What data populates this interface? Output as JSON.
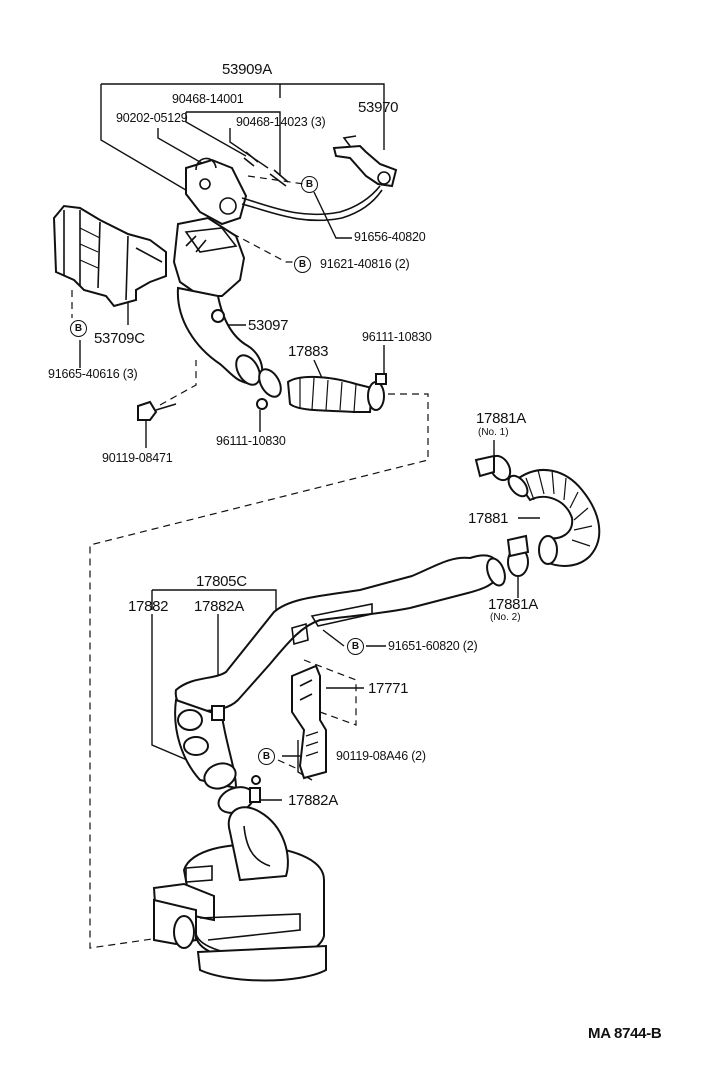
{
  "labels": {
    "p53909A": "53909A",
    "p90468_14001": "90468-14001",
    "p90202_05129": "90202-05129",
    "p90468_14023": "90468-14023 (3)",
    "p53970": "53970",
    "p91656_40820": "91656-40820",
    "p91621_40816": "91621-40816 (2)",
    "p53709C": "53709C",
    "p91665_40616": "91665-40616 (3)",
    "p53097": "53097",
    "p17883": "17883",
    "p96111_10830a": "96111-10830",
    "p96111_10830b": "96111-10830",
    "p90119_08471": "90119-08471",
    "p17881A_1": "17881A",
    "p17881A_1_sub": "(No. 1)",
    "p17881": "17881",
    "p17881A_2": "17881A",
    "p17881A_2_sub": "(No. 2)",
    "p17805C": "17805C",
    "p17882": "17882",
    "p17882A_top": "17882A",
    "p91651_60820": "91651-60820 (2)",
    "p17771": "17771",
    "p90119_08A46": "90119-08A46 (2)",
    "p17882A_bot": "17882A"
  },
  "bolt_marker": "B",
  "footer_code": "MA  8744-B"
}
